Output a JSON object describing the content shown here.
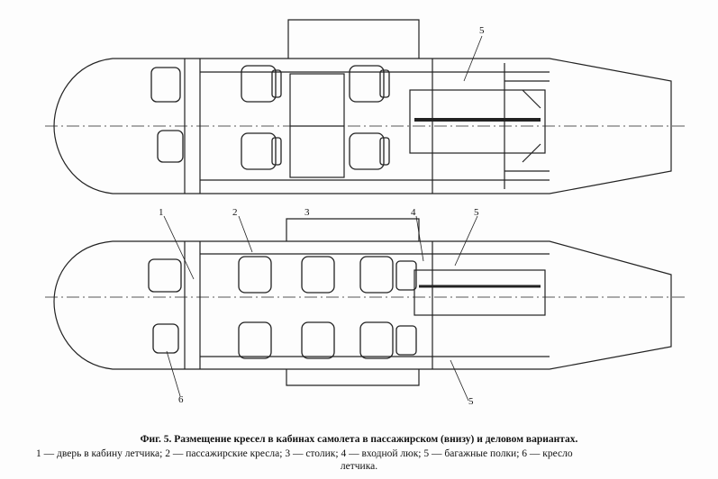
{
  "figure": {
    "callouts": {
      "top_5": "5",
      "mid_1": "1",
      "mid_2": "2",
      "mid_3": "3",
      "mid_4": "4",
      "mid_5": "5",
      "bot_6": "6",
      "bot_5": "5"
    },
    "caption_title": "Фиг. 5. Размещение кресел в кабинах самолета в пассажирском (внизу) и деловом вариантах.",
    "caption_legend": "1 — дверь в кабину летчика; 2 — пассажирские кресла; 3 — столик; 4 — входной люк; 5 — багажные полки; 6 — кресло",
    "caption_legend_end": "летчика."
  }
}
